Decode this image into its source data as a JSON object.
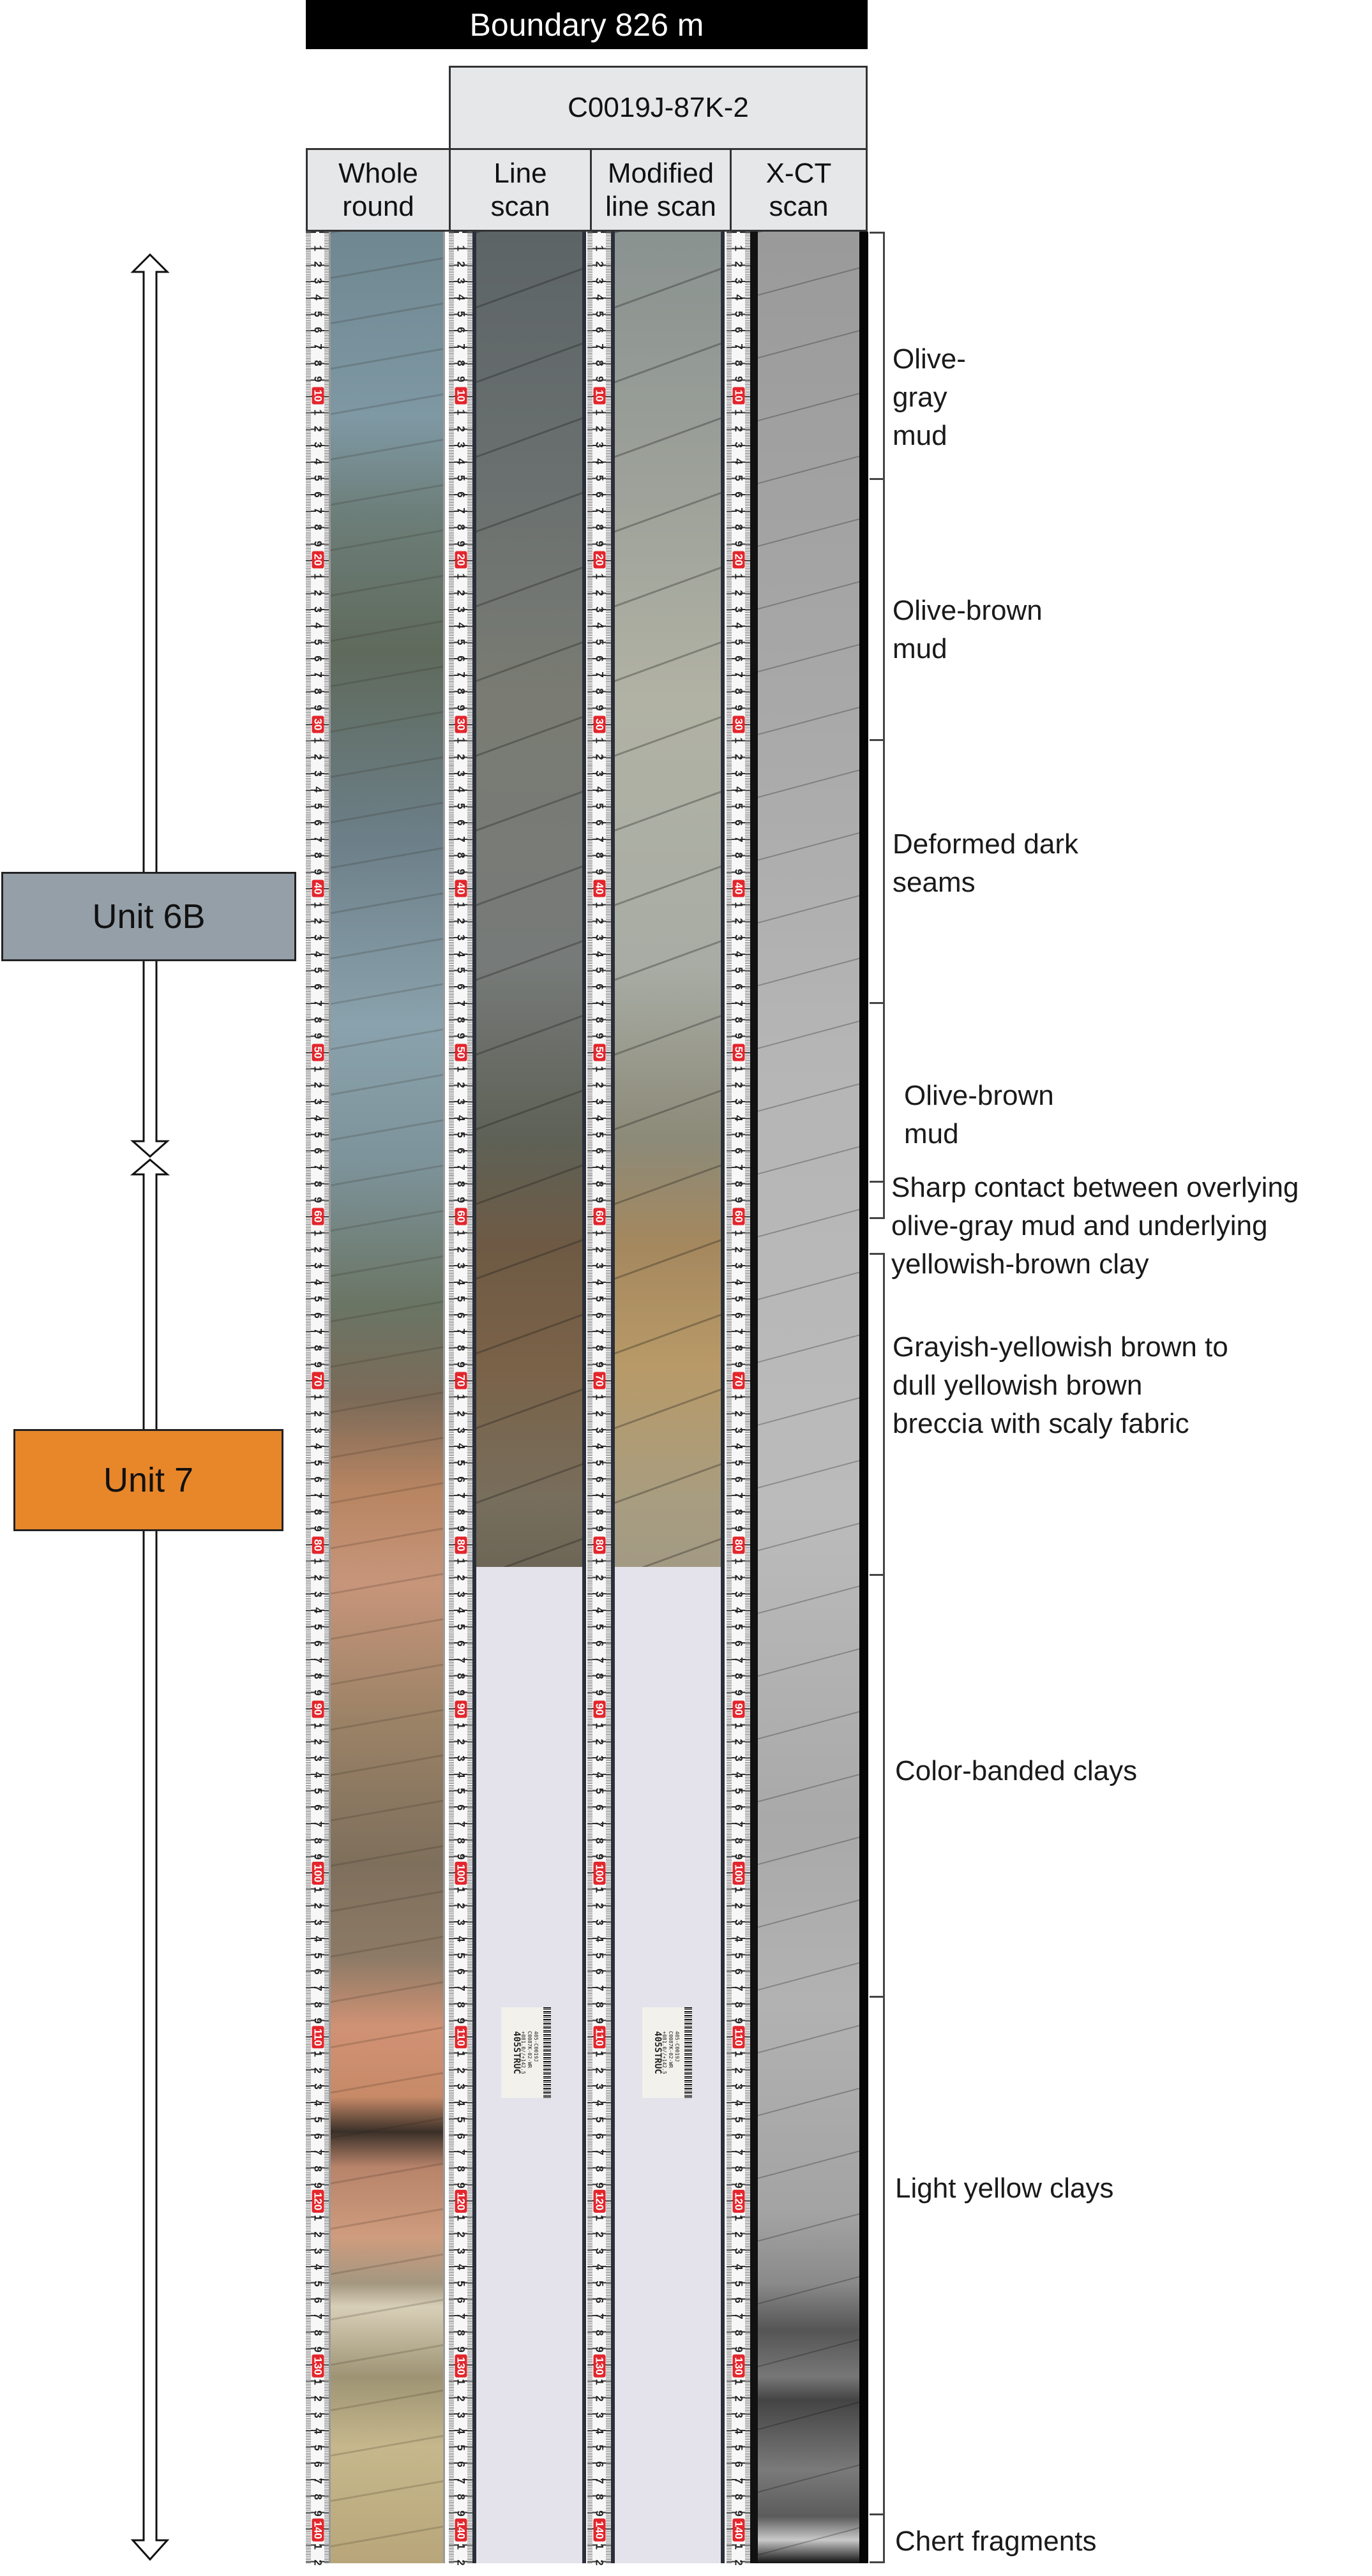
{
  "title": "Boundary 826 m",
  "group_header": "C0019J-87K-2",
  "columns": [
    {
      "line1": "Whole",
      "line2": "round"
    },
    {
      "line1": "Line",
      "line2": "scan"
    },
    {
      "line1": "Modified",
      "line2": "line scan"
    },
    {
      "line1": "X-CT",
      "line2": "scan"
    }
  ],
  "units": [
    {
      "label": "Unit 6B",
      "color": "#959fa8"
    },
    {
      "label": "Unit 7",
      "color": "#e8862a"
    }
  ],
  "descriptions": [
    {
      "lines": [
        "Olive-",
        "gray",
        "mud"
      ]
    },
    {
      "lines": [
        "Olive-brown",
        "mud"
      ]
    },
    {
      "lines": [
        "Deformed dark",
        "seams"
      ]
    },
    {
      "lines": [
        "Olive-brown",
        "mud"
      ]
    },
    {
      "lines": [
        "Sharp contact between overlying",
        "olive-gray mud and underlying",
        "yellowish-brown clay"
      ]
    },
    {
      "lines": [
        "Grayish-yellowish brown to",
        "dull yellowish brown",
        "breccia with scaly fabric"
      ]
    },
    {
      "lines": [
        "Color-banded clays"
      ]
    },
    {
      "lines": [
        "Light yellow clays"
      ]
    },
    {
      "lines": [
        "Chert fragments"
      ]
    }
  ],
  "sticker": {
    "lines": [
      "405-C0019J",
      "C0087K-02-WR",
      "+081.0//+142.5"
    ],
    "code": "405STRUC"
  },
  "ruler": {
    "length_cm": 142,
    "major_every_cm": 10,
    "accent": "#e3262c"
  }
}
